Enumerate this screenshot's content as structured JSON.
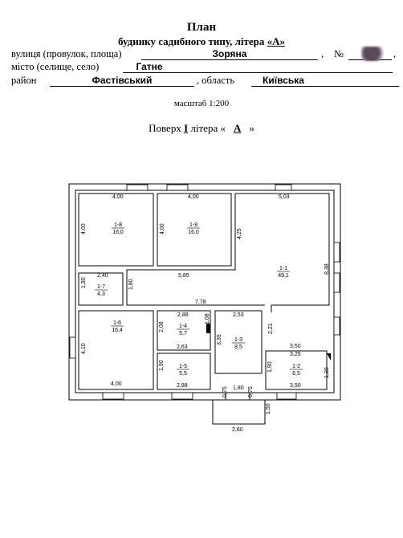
{
  "header": {
    "title": "План",
    "subtitle_prefix": "будинку садибного типу, літера ",
    "subtitle_letter": "«А»"
  },
  "fields": {
    "street_label": "вулиця (провулок, площа)",
    "street_value": "Зоряна",
    "number_label": "№",
    "city_label": "місто (селище, село)",
    "city_value": "Гатне",
    "district_label": "район",
    "district_value": "Фастівський",
    "region_label": ", область",
    "region_value": "Київська"
  },
  "scale": "масштаб 1:200",
  "floor": {
    "prefix": "Поверх ",
    "number": "I",
    "middle": " літера «",
    "letter": "А",
    "suffix": "»"
  },
  "plan": {
    "rooms": [
      {
        "id": "1-8",
        "area": "16,0"
      },
      {
        "id": "1-9",
        "area": "16,0"
      },
      {
        "id": "1-1",
        "area": "49,1"
      },
      {
        "id": "1-7",
        "area": "4,3"
      },
      {
        "id": "1-6",
        "area": "16,4"
      },
      {
        "id": "1-4",
        "area": "5,7"
      },
      {
        "id": "1-5",
        "area": "5,5"
      },
      {
        "id": "1-3",
        "area": "8,5"
      },
      {
        "id": "1-2",
        "area": "6,5"
      }
    ],
    "dimensions": [
      "4,00",
      "4,00",
      "5,03",
      "4,00",
      "4,00",
      "4,25",
      "8,38",
      "2,40",
      "1,80",
      "1,80",
      "5,85",
      "7,78",
      "2,88",
      "2,08",
      "1,08",
      "2,53",
      "2,21",
      "3,35",
      "2,63",
      "4,10",
      "3,50",
      "3,25",
      "1,90",
      "1,90",
      "1,30",
      "2,88",
      "4,00",
      "3,50",
      "0,75",
      "1,80",
      "0,75",
      "1,50",
      "2,60"
    ]
  }
}
